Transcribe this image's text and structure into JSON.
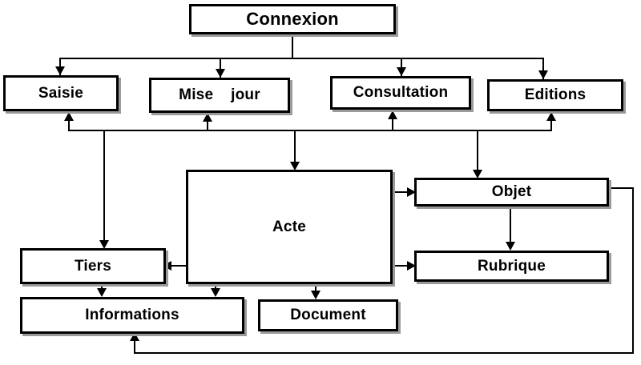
{
  "diagram": {
    "title_box": {
      "label": "Connexion"
    },
    "nodes": [
      {
        "id": "connexion",
        "label": "Connexion"
      },
      {
        "id": "saisie",
        "label": "Saisie"
      },
      {
        "id": "mise_a_jour",
        "label": "Mise    jour"
      },
      {
        "id": "consultation",
        "label": "Consultation"
      },
      {
        "id": "editions",
        "label": "Editions"
      },
      {
        "id": "acte",
        "label": "Acte"
      },
      {
        "id": "objet",
        "label": "Objet"
      },
      {
        "id": "rubrique",
        "label": "Rubrique"
      },
      {
        "id": "tiers",
        "label": "Tiers"
      },
      {
        "id": "informations",
        "label": "Informations"
      },
      {
        "id": "document",
        "label": "Document"
      }
    ],
    "labels": {
      "connexion": "Connexion",
      "saisie": "Saisie",
      "mise_a_jour": "Mise    jour",
      "consultation": "Consultation",
      "editions": "Editions",
      "acte": "Acte",
      "objet": "Objet",
      "rubrique": "Rubrique",
      "tiers": "Tiers",
      "informations": "Informations",
      "document": "Document"
    },
    "colors": {
      "box_fill": "#ffffff",
      "box_border": "#000000",
      "box_shadow": "#9a9a9a",
      "connector": "#000000",
      "background": "#ffffff",
      "text": "#000000"
    },
    "edges": [
      {
        "from": "connexion",
        "to": "saisie"
      },
      {
        "from": "connexion",
        "to": "mise_a_jour"
      },
      {
        "from": "connexion",
        "to": "consultation"
      },
      {
        "from": "connexion",
        "to": "editions"
      },
      {
        "from": "bus",
        "to": "saisie"
      },
      {
        "from": "bus",
        "to": "mise_a_jour"
      },
      {
        "from": "bus",
        "to": "consultation"
      },
      {
        "from": "bus",
        "to": "editions"
      },
      {
        "from": "bus",
        "to": "tiers"
      },
      {
        "from": "bus",
        "to": "acte"
      },
      {
        "from": "bus",
        "to": "objet"
      },
      {
        "from": "acte",
        "to": "tiers"
      },
      {
        "from": "acte",
        "to": "objet"
      },
      {
        "from": "acte",
        "to": "rubrique"
      },
      {
        "from": "acte",
        "to": "informations"
      },
      {
        "from": "acte",
        "to": "document"
      },
      {
        "from": "tiers",
        "to": "informations"
      },
      {
        "from": "objet",
        "to": "rubrique"
      },
      {
        "from": "objet",
        "to": "informations"
      }
    ]
  }
}
